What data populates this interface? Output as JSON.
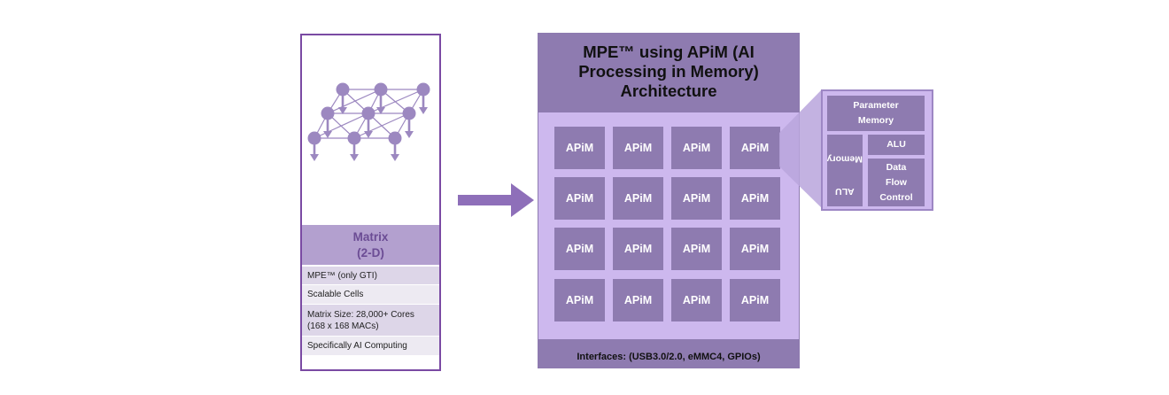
{
  "matrix": {
    "title_line1": "Matrix",
    "title_line2": "(2-D)",
    "rows": [
      {
        "line1": "MPE™ (only GTI)",
        "line2": ""
      },
      {
        "line1": "Scalable Cells",
        "line2": ""
      },
      {
        "line1": "Matrix Size: 28,000+ Cores",
        "line2": "(168 x 168 MACs)"
      },
      {
        "line1": "Specifically AI Computing",
        "line2": ""
      }
    ]
  },
  "mpe": {
    "title_line1": "MPE™ using APiM (AI",
    "title_line2": "Processing in Memory)",
    "title_line3": "Architecture",
    "cell_label": "APiM",
    "interfaces": "Interfaces: (USB3.0/2.0, eMMC4, GPIOs)"
  },
  "detail": {
    "param_line1": "Parameter",
    "param_line2": "Memory",
    "memory_a": "ALU",
    "memory_b": "Memory",
    "alu": "ALU",
    "dfc_line1": "Data",
    "dfc_line2": "Flow",
    "dfc_line3": "Control"
  },
  "colors": {
    "border_purple": "#7a4aa3",
    "header_lavender": "#b3a0cf",
    "block_purple": "#8e7bb0",
    "inner_lilac": "#cdb8ee"
  }
}
